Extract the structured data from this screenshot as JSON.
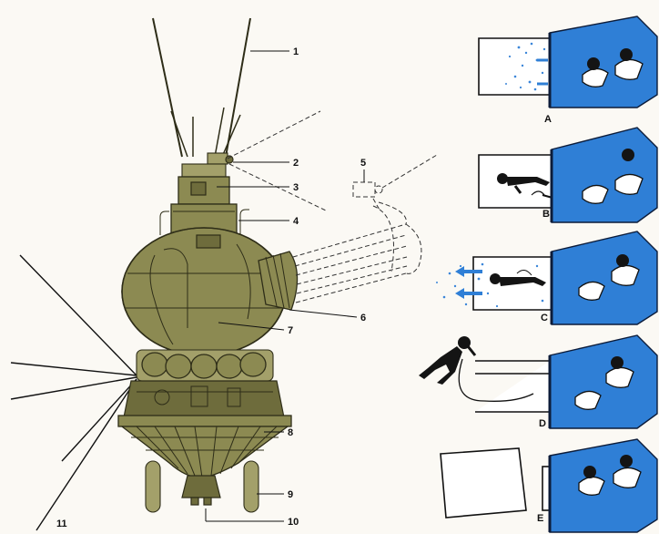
{
  "callouts": [
    {
      "id": "1",
      "text": "1"
    },
    {
      "id": "2",
      "text": "2"
    },
    {
      "id": "3",
      "text": "3"
    },
    {
      "id": "4",
      "text": "4"
    },
    {
      "id": "5",
      "text": "5"
    },
    {
      "id": "6",
      "text": "6"
    },
    {
      "id": "7",
      "text": "7"
    },
    {
      "id": "8",
      "text": "8"
    },
    {
      "id": "9",
      "text": "9"
    },
    {
      "id": "10",
      "text": "10"
    },
    {
      "id": "11",
      "text": "11"
    }
  ],
  "panels": [
    {
      "letter": "A"
    },
    {
      "letter": "B"
    },
    {
      "letter": "C"
    },
    {
      "letter": "D"
    },
    {
      "letter": "E"
    }
  ],
  "colors": {
    "craft": "#8c8a52",
    "capsule_blue": "#2f7fd6",
    "background": "#fbf9f4"
  }
}
